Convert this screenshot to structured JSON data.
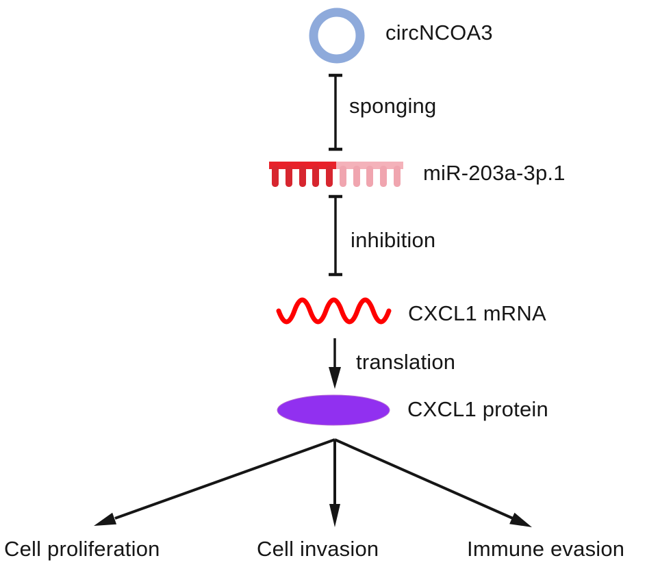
{
  "colors": {
    "circrna_blue": "#8EAADB",
    "mirna_bar_red": "#E8212A",
    "mirna_tooth_red": "#D7262F",
    "mirna_bar_pink": "#F4B2BA",
    "mirna_tooth_pink": "#F0A5AF",
    "mrna_red": "#FE0000",
    "protein_purple": "#9130F0",
    "line_black": "#161616"
  },
  "nodes": {
    "circrna_label": "circNCOA3",
    "mirna_label": "miR-203a-3p.1",
    "mrna_label": "CXCL1 mRNA",
    "protein_label": "CXCL1 protein"
  },
  "edges": {
    "sponging_label": "sponging",
    "inhibition_label": "inhibition",
    "translation_label": "translation"
  },
  "outcomes": [
    "Cell proliferation",
    "Cell invasion",
    "Immune evasion"
  ]
}
